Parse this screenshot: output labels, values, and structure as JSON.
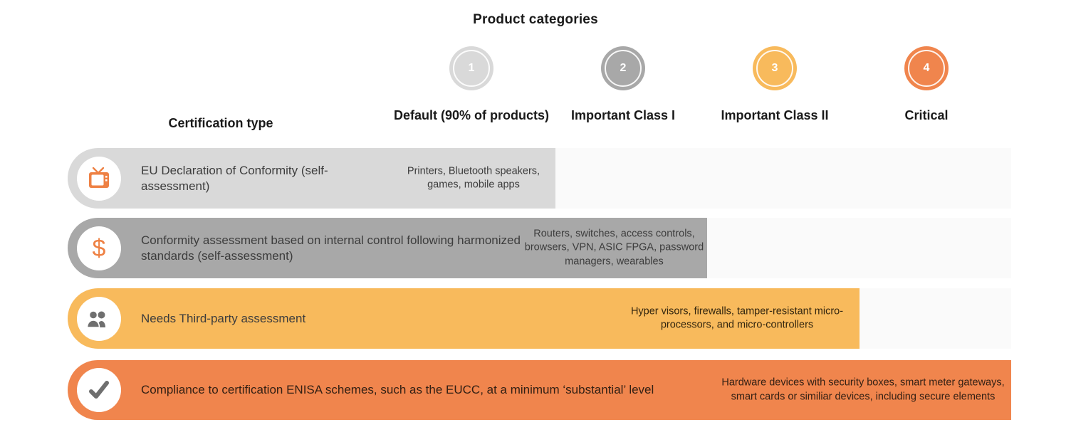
{
  "title": "Product categories",
  "certification_header": "Certification type",
  "colors": {
    "category_1": "#d9d9d9",
    "category_2": "#a8a8a8",
    "category_3": "#f8ba5c",
    "category_4": "#f0854d",
    "row_track": "#fafafa",
    "icon_orange": "#ee8144",
    "icon_gray": "#6f6f6f"
  },
  "categories": [
    {
      "number": "1",
      "label": "Default (90% of products)"
    },
    {
      "number": "2",
      "label": "Important Class I"
    },
    {
      "number": "3",
      "label": "Important Class II"
    },
    {
      "number": "4",
      "label": "Critical"
    }
  ],
  "rows": [
    {
      "icon": "tv-icon",
      "certification": "EU Declaration of Conformity (self-assessment)",
      "products": "Printers, Bluetooth speakers, games, mobile apps"
    },
    {
      "icon": "dollar-icon",
      "certification": "Conformity assessment based on internal control following harmonized standards (self-assessment)",
      "products": "Routers, switches, access controls, browsers, VPN, ASIC FPGA, password managers, wearables"
    },
    {
      "icon": "people-icon",
      "certification": "Needs Third-party assessment",
      "products": "Hyper visors, firewalls, tamper-resistant micro-processors, and micro-controllers"
    },
    {
      "icon": "check-icon",
      "certification": "Compliance to certification ENISA schemes, such as the EUCC, at a minimum ‘substantial’ level",
      "products": "Hardware devices with security boxes, smart meter gateways, smart cards or similiar devices, including secure elements"
    }
  ]
}
